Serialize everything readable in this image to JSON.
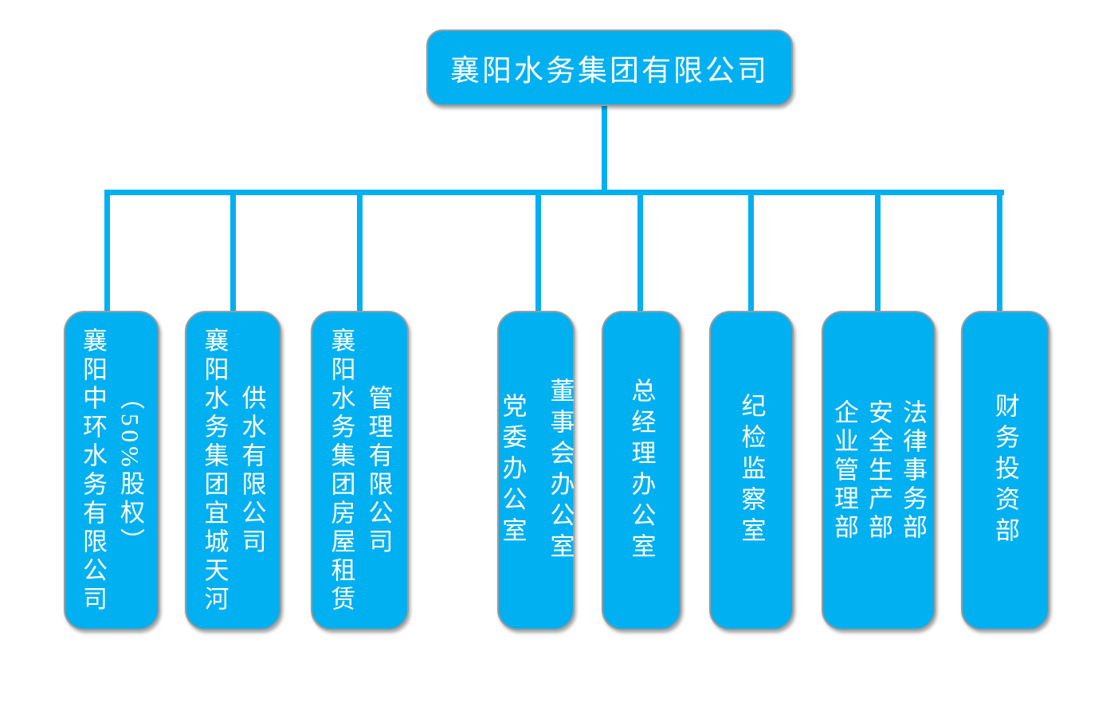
{
  "colors": {
    "node_fill": "#00B0F0",
    "connector": "#00B0F0",
    "node_text": "#FFFFFF",
    "node_border": "#9C9C9C",
    "background": "#FFFFFF"
  },
  "root": {
    "label": "襄阳水务集团有限公司"
  },
  "children": [
    {
      "label": "襄阳中环水务有限公司（50%股权）",
      "lines": "襄阳中环水务有限公司\n（50%股权）"
    },
    {
      "label": "襄阳水务集团宜城天河供水有限公司",
      "lines": "襄阳水务集团宜城天河\n供水有限公司"
    },
    {
      "label": "襄阳水务集团房屋租赁管理有限公司",
      "lines": "襄阳水务集团房屋租赁\n管理有限公司"
    },
    {
      "label": "党委办公室 董事会办公室",
      "lines": "党委办公室\n董事会办公室"
    },
    {
      "label": "总经理办公室",
      "lines": "总经理办公室"
    },
    {
      "label": "纪检监察室",
      "lines": "纪检监察室"
    },
    {
      "label": "企业管理部 安全生产部 法律事务部",
      "lines": "企业管理部\n安全生产部\n法律事务部"
    },
    {
      "label": "财务投资部",
      "lines": "财务投资部"
    }
  ]
}
